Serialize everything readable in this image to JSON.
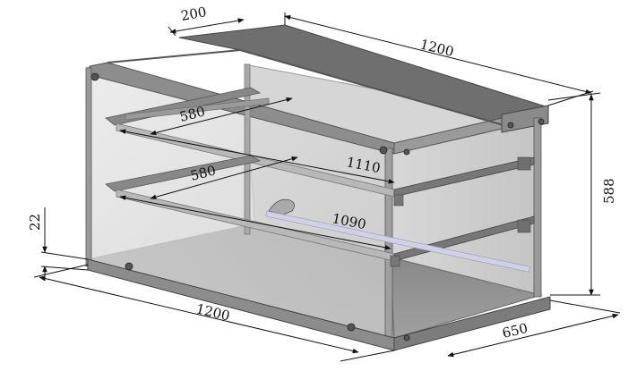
{
  "dimensions": {
    "top_depth": "200",
    "top_width": "1200",
    "height": "588",
    "bottom_width": "1200",
    "bottom_depth": "650",
    "base_height": "22",
    "upper_shelf_depth": "580",
    "upper_shelf_length": "1110",
    "lower_shelf_depth": "580",
    "lower_shelf_length": "1090"
  },
  "colors": {
    "glass": "#dcdcdc",
    "frame": "#7a7a7a",
    "top_panel": "#6e6e6e",
    "base": "#8a8a8a",
    "floor": "#8f8f8f",
    "shelf_bar": "#7c7c7c"
  }
}
